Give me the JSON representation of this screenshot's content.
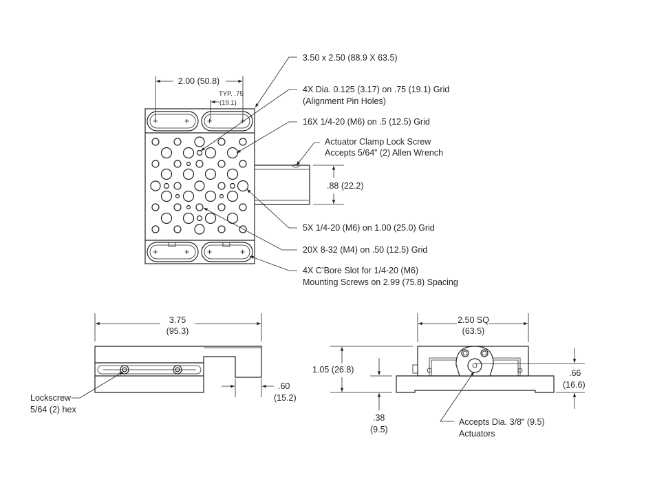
{
  "top_view": {
    "overall_size": "3.50 x 2.50 (88.9 X 63.5)",
    "slot_span": "2.00 (50.8)",
    "typ_label": "TYP. .75",
    "typ_metric": "(19.1)",
    "pin_holes_line1": "4X  Dia. 0.125 (3.17) on .75 (19.1) Grid",
    "pin_holes_line2": "(Alignment Pin Holes)",
    "holes_16x": "16X  1/4-20 (M6) on .5 (12.5) Grid",
    "clamp_line1": "Actuator Clamp Lock Screw",
    "clamp_line2": "Accepts 5/64” (2) Allen Wrench",
    "actuator_height": ".88 (22.2)",
    "holes_5x": "5X  1/4-20 (M6) on 1.00 (25.0) Grid",
    "holes_20x": "20X  8-32 (M4) on .50 (12.5) Grid",
    "cbore_line1": "4X  C’Bore Slot for 1/4-20 (M6)",
    "cbore_line2": "Mounting Screws on 2.99 (75.8) Spacing"
  },
  "side_view": {
    "length": "3.75",
    "length_metric": "(95.3)",
    "offset": ".60",
    "offset_metric": "(15.2)",
    "lockscrew_line1": "Lockscrew",
    "lockscrew_line2": "5/64 (2) hex"
  },
  "end_view": {
    "width": "2.50 SQ",
    "width_metric": "(63.5)",
    "height": "1.05 (26.8)",
    "base": ".38",
    "base_metric": "(9.5)",
    "axis": ".66",
    "axis_metric": "(16.6)",
    "actuator_line1": "Accepts Dia. 3/8\" (9.5)",
    "actuator_line2": "Actuators"
  }
}
